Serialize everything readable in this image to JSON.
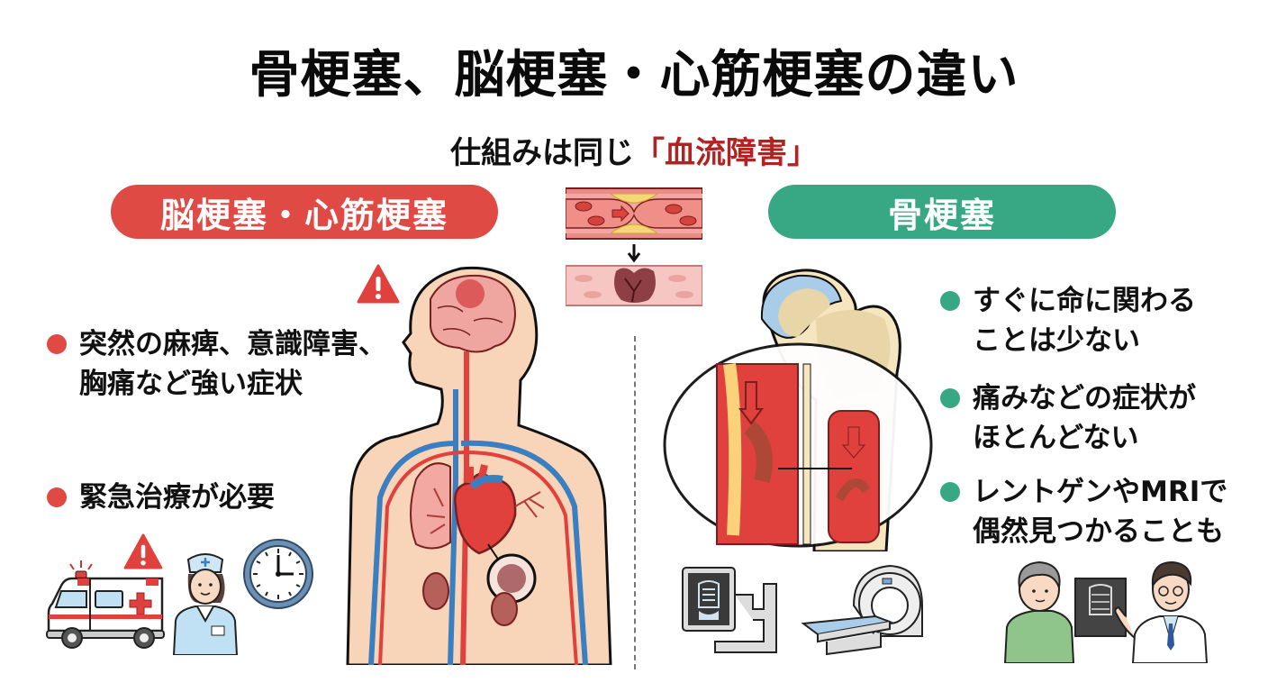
{
  "title": "骨梗塞、脳梗塞・心筋梗塞の違い",
  "subtitle": {
    "prefix": "仕組みは同じ",
    "highlight": "「血流障害」"
  },
  "left": {
    "label": "脳梗塞・心筋梗塞",
    "bullets": [
      {
        "lines": [
          "突然の麻痺、意識障害、",
          "胸痛など強い症状"
        ]
      },
      {
        "lines": [
          "緊急治療が必要"
        ]
      }
    ]
  },
  "right": {
    "label": "骨梗塞",
    "bullets": [
      {
        "lines": [
          "すぐに命に関わる",
          "ことは少ない"
        ]
      },
      {
        "lines": [
          "痛みなどの症状が",
          "ほとんどない"
        ]
      },
      {
        "lines": [
          "レントゲンやMRIで",
          "偶然見つかることも"
        ]
      }
    ]
  },
  "colors": {
    "red_accent": "#e04a45",
    "green_accent": "#38a783",
    "highlight_text": "#b22222"
  },
  "icons": [
    "warning-icon",
    "ambulance-icon",
    "nurse-icon",
    "clock-icon",
    "human-circulation-illustration",
    "artery-blockage-illustration",
    "femur-infarct-illustration",
    "xray-machine-icon",
    "mri-scanner-icon",
    "doctor-patient-illustration"
  ]
}
